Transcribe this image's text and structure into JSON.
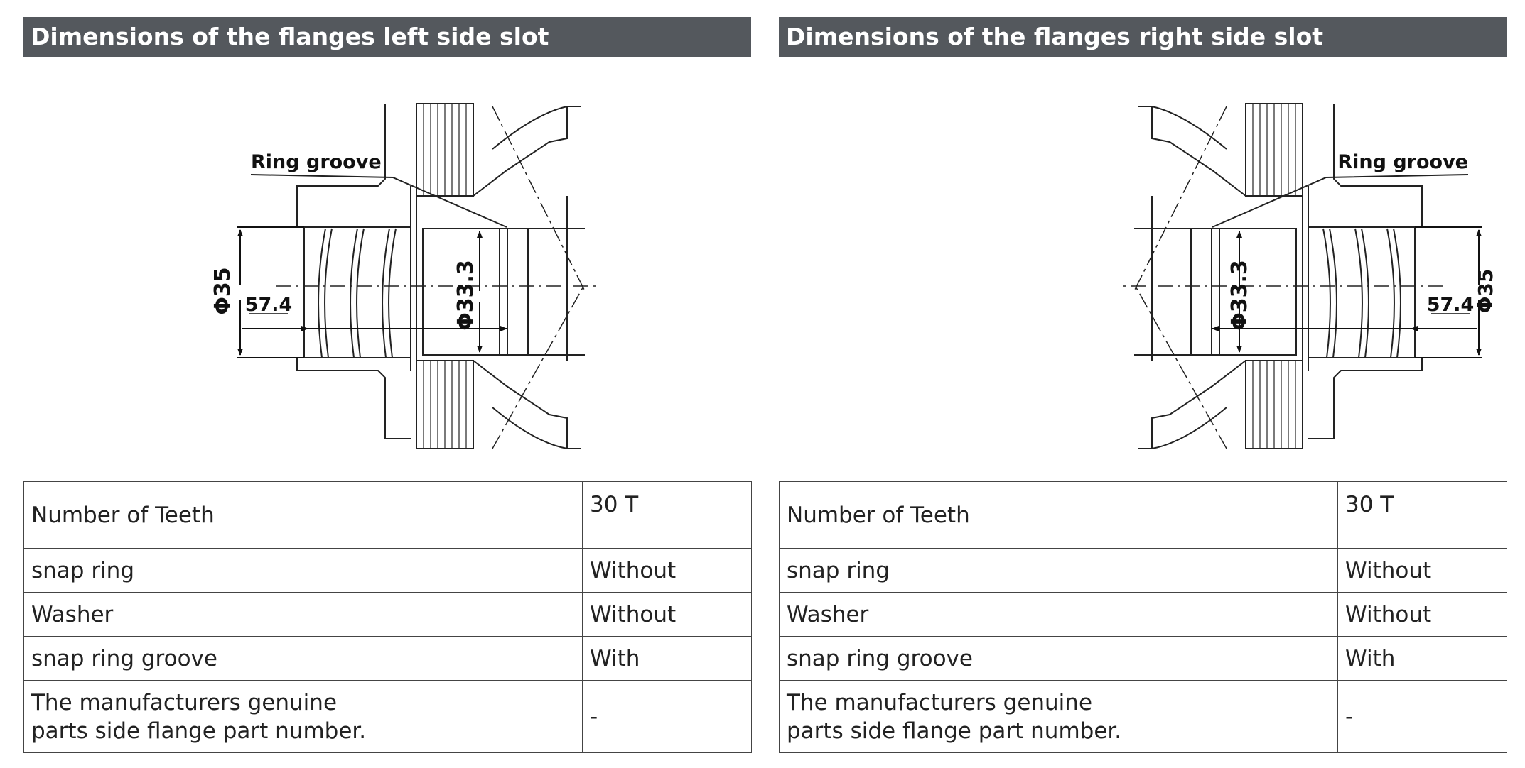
{
  "left": {
    "title": "Dimensions of the flanges left side slot",
    "diagram": {
      "ring_groove_label": "Ring groove",
      "dim_outer": "Φ35",
      "dim_inner": "Φ33.3",
      "dim_length": "57.4"
    },
    "rows": [
      {
        "label": "Number of Teeth",
        "value": "30 T"
      },
      {
        "label": "snap ring",
        "value": "Without"
      },
      {
        "label": "Washer",
        "value": "Without"
      },
      {
        "label": "snap ring groove",
        "value": "With"
      },
      {
        "label_line1": "The manufacturers genuine",
        "label_line2": "parts side flange part number.",
        "value": "-"
      }
    ]
  },
  "right": {
    "title": "Dimensions of the flanges right side slot",
    "diagram": {
      "ring_groove_label": "Ring groove",
      "dim_outer": "Φ35",
      "dim_inner": "Φ33.3",
      "dim_length": "57.4"
    },
    "rows": [
      {
        "label": "Number of Teeth",
        "value": "30 T"
      },
      {
        "label": "snap ring",
        "value": "Without"
      },
      {
        "label": "Washer",
        "value": "Without"
      },
      {
        "label": "snap ring groove",
        "value": "With"
      },
      {
        "label_line1": "The manufacturers genuine",
        "label_line2": "parts side flange part number.",
        "value": "-"
      }
    ]
  }
}
